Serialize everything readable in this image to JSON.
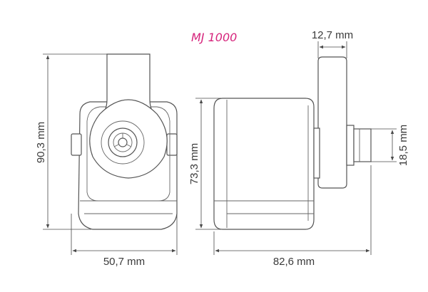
{
  "model": "MJ 1000",
  "colors": {
    "model_accent": "#d6247c",
    "line": "#555555",
    "text": "#3a3a3a"
  },
  "dimensions": {
    "front_height": "90,3 mm",
    "front_width": "50,7 mm",
    "side_height": "73,3 mm",
    "side_length": "82,6 mm",
    "plate_thickness": "12,7 mm",
    "outlet_diameter": "18,5 mm"
  }
}
